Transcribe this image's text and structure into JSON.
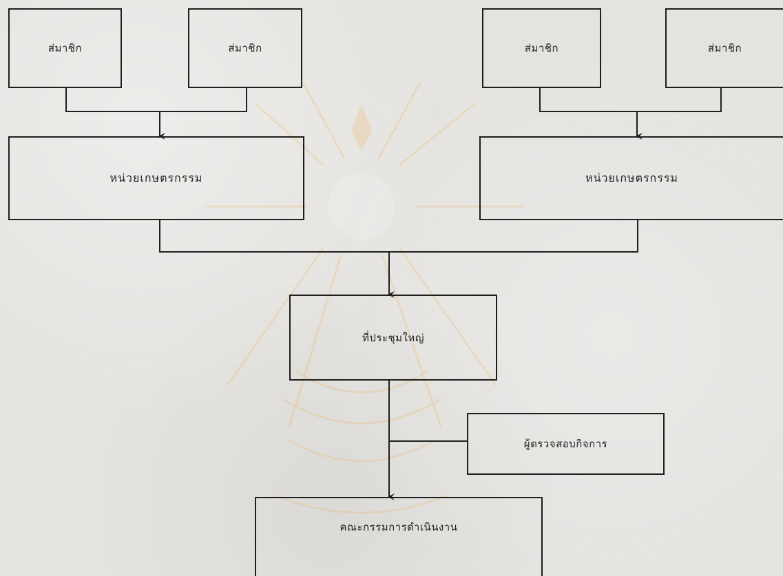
{
  "nodes": {
    "member_1": "ส่มาชิก",
    "member_2": "ส่มาชิก",
    "member_3": "ส่มาชิก",
    "member_4": "ส่มาชิก",
    "unit_left": "หน่วยเกษตรกรรม",
    "unit_right": "หน่วยเกษตรกรรม",
    "general_meeting": "ที่ประชุมใหญ่",
    "auditor": "ผู้ตรวจสอบกิจการ",
    "committee": "คณะกรรมการดำเนินงาน"
  },
  "colors": {
    "paper": "#e5e3e0",
    "ink": "#1e1e1e",
    "watermark": "#f0a030"
  }
}
